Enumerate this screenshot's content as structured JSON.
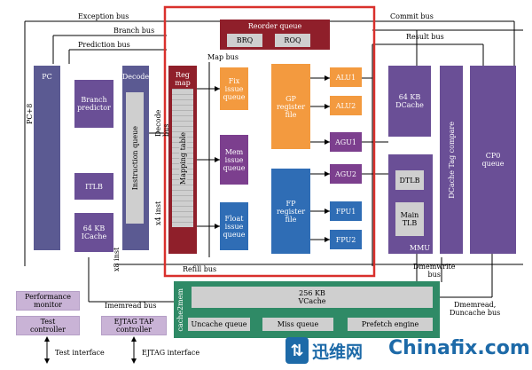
{
  "buses": {
    "exception": "Exception bus",
    "branch": "Branch bus",
    "prediction": "Prediction bus",
    "commit": "Commit bus",
    "result": "Result bus",
    "map": "Map bus",
    "decode": "Decode bus",
    "refill": "Refill bus",
    "imemread": "Imemread bus",
    "dmemwrite": "Dmemwrite\nbus",
    "dmemread": "Dmemread,\nDuncache bus"
  },
  "signals": {
    "pc_plus8": "PC+8",
    "x4inst": "x4 inst",
    "x8inst": "x8 inst"
  },
  "blocks": {
    "pc": "PC",
    "branch_predictor": "Branch\npredictor",
    "itlb": "ITLB",
    "icache": "64 KB\nICache",
    "decode": "Decode",
    "instruction_queue": "Instruction queue",
    "reg_map": "Reg\nmap",
    "mapping_table": "Mapping table",
    "reorder_queue": "Reorder queue",
    "brq": "BRQ",
    "roq": "ROQ",
    "fix_issue_queue": "Fix\nissue\nqueue",
    "mem_issue_queue": "Mem\nissue\nqueue",
    "float_issue_queue": "Float\nissue\nqueue",
    "gp_register_file": "GP\nregister\nfile",
    "fp_register_file": "FP\nregister\nfile",
    "alu1": "ALU1",
    "alu2": "ALU2",
    "agu1": "AGU1",
    "agu2": "AGU2",
    "fpu1": "FPU1",
    "fpu2": "FPU2",
    "dcache": "64 KB\nDCache",
    "dcache_tag_compare": "DCache Tag compare",
    "dtlb": "DTLB",
    "main_tlb": "Main\nTLB",
    "mmu": "MMU",
    "cp0_queue": "CP0\nqueue",
    "cache2mem": "cache2mem",
    "vcache": "256 KB\nVCache",
    "uncache_queue": "Uncache queue",
    "miss_queue": "Miss queue",
    "prefetch_engine": "Prefetch engine",
    "performance_monitor": "Performance\nmonitor",
    "test_controller": "Test\ncontroller",
    "ejtag_tap_controller": "EJTAG TAP\ncontroller"
  },
  "interfaces": {
    "test": "Test interface",
    "ejtag": "EJTAG interface"
  },
  "watermark": {
    "cn": "迅维网",
    "en": "Chinafix.com"
  },
  "colors": {
    "highlight_box": "#d9302c",
    "purple": "#6a4f96",
    "orange": "#f39a3f",
    "blue": "#2f6db5",
    "maroon": "#8f1f2a",
    "green": "#2f8a66"
  }
}
